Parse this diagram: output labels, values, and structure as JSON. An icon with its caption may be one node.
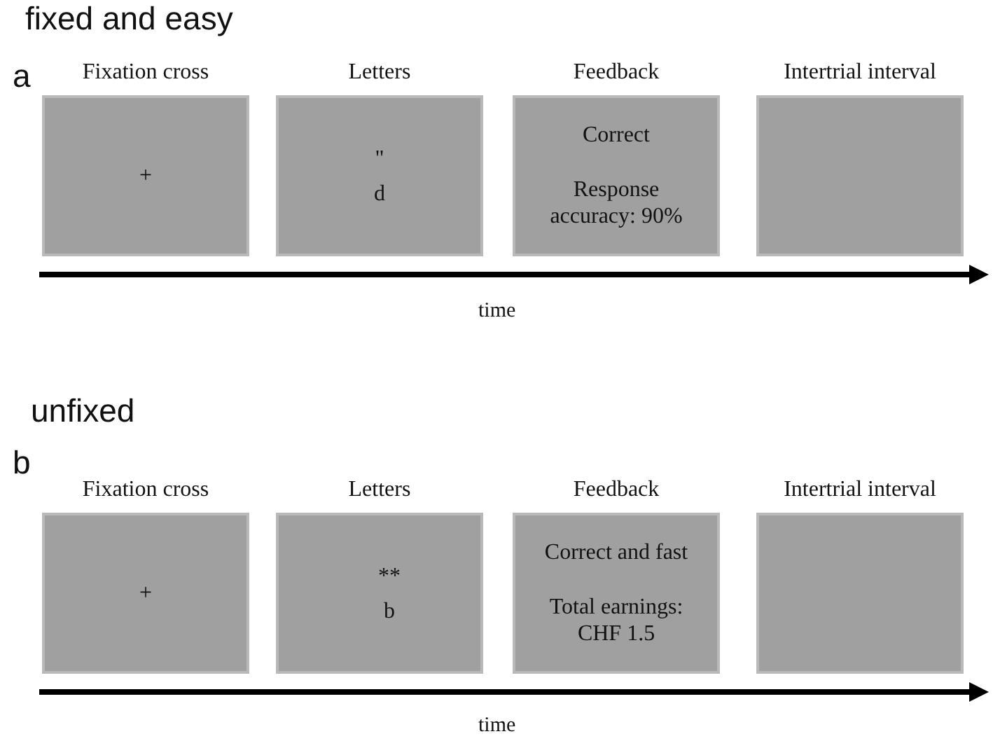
{
  "diagram": {
    "nodes": [
      {
        "text": [
          "Fixation cross",
          "+"
        ]
      },
      {
        "text": [
          "Letters",
          "\"",
          "d"
        ]
      },
      {
        "text": [
          "Feedback",
          "Correct",
          "Response accuracy: 90%"
        ]
      },
      {
        "text": [
          "Intertrial interval"
        ]
      },
      {
        "text": [
          "Fixation cross",
          "+"
        ]
      },
      {
        "text": [
          "Letters",
          "**",
          "b"
        ]
      },
      {
        "text": [
          "Feedback",
          "Correct and fast",
          "Total earnings: CHF 1.5"
        ]
      },
      {
        "text": [
          "Intertrial interval"
        ]
      }
    ],
    "labels": [
      "fixed and easy",
      "a",
      "time",
      "unfixed",
      "b",
      "time"
    ]
  }
}
